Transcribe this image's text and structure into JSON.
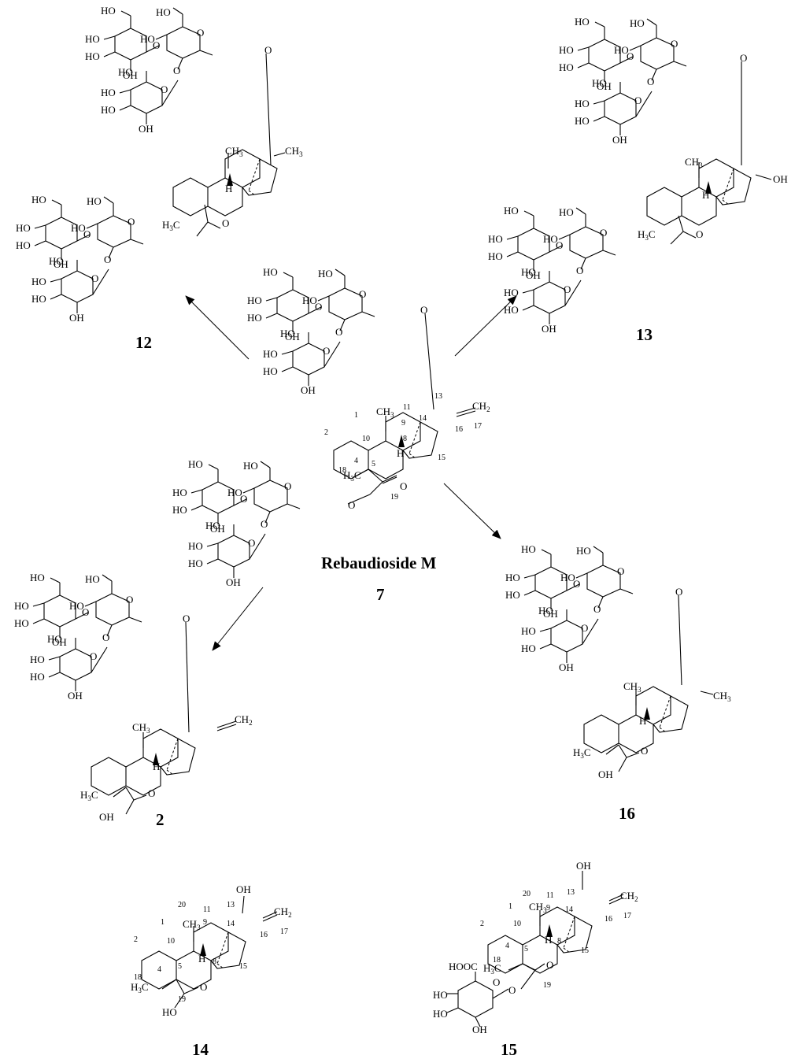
{
  "scheme": {
    "name_label": "Rebaudioside M",
    "compounds": [
      {
        "id": "c12",
        "number": "12",
        "methyl_label": "CH",
        "methyl_sub": "3",
        "ester_methyl": "H",
        "ester_methyl_sub": "3",
        "ester_c": "C"
      },
      {
        "id": "c13",
        "number": "13",
        "oh_label": "OH",
        "methyl_label": "CH",
        "methyl_sub": "3",
        "ester_methyl": "H",
        "ester_methyl_sub": "3",
        "ester_c": "C"
      },
      {
        "id": "c7",
        "number": "7"
      },
      {
        "id": "c2",
        "number": "2",
        "acid_label": "OH"
      },
      {
        "id": "c16",
        "number": "16",
        "acid_label": "OH"
      },
      {
        "id": "c14",
        "number": "14",
        "oh_label": "OH",
        "acid_label": "HO"
      },
      {
        "id": "c15",
        "number": "15",
        "oh_label": "OH",
        "acid_label": "HOOC",
        "sugar_labels": [
          "HO",
          "HO",
          "OH"
        ]
      }
    ],
    "atoms": {
      "oh": "OH",
      "ho": "HO",
      "o": "O",
      "h": "H",
      "ch": "CH",
      "h3c": "H",
      "c": "C",
      "three": "3",
      "two": "2",
      "ch2": "CH",
      "sub2": "2"
    },
    "locants": [
      "1",
      "2",
      "4",
      "5",
      "8",
      "9",
      "10",
      "11",
      "13",
      "14",
      "15",
      "16",
      "17",
      "18",
      "19",
      "20"
    ]
  }
}
